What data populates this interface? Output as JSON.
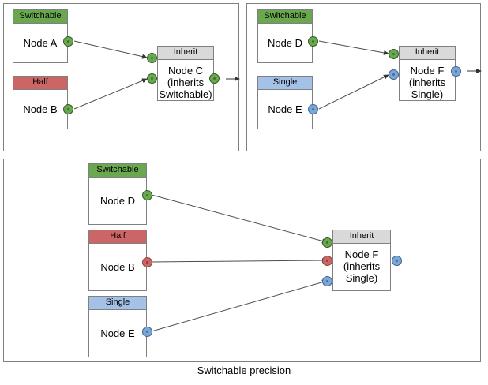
{
  "diagram": {
    "caption": "Switchable precision",
    "colors": {
      "switchable": "#6aa84f",
      "half": "#cc6666",
      "single": "#a4c2e8",
      "inherit": "#d9d9d9",
      "port_green": "#6aa84f",
      "port_red": "#cc6666",
      "port_blue": "#7ba7d7",
      "panel_border": "#808080",
      "edge": "#4d4d4d"
    },
    "panels": [
      {
        "id": "top-left",
        "nodes": [
          {
            "header": "Switchable",
            "label": "Node A"
          },
          {
            "header": "Half",
            "label": "Node B"
          },
          {
            "header": "Inherit",
            "label": "Node C\n(inherits\nSwitchable)",
            "line1": "Node C",
            "line2": "(inherits",
            "line3": "Switchable)"
          }
        ]
      },
      {
        "id": "top-right",
        "nodes": [
          {
            "header": "Switchable",
            "label": "Node D"
          },
          {
            "header": "Single",
            "label": "Node E"
          },
          {
            "header": "Inherit",
            "label": "Node F\n(inherits\nSingle)",
            "line1": "Node F",
            "line2": "(inherits",
            "line3": "Single)"
          }
        ]
      },
      {
        "id": "bottom",
        "nodes": [
          {
            "header": "Switchable",
            "label": "Node D"
          },
          {
            "header": "Half",
            "label": "Node B"
          },
          {
            "header": "Single",
            "label": "Node E"
          },
          {
            "header": "Inherit",
            "label": "Node F\n(inherits\nSingle)",
            "line1": "Node F",
            "line2": "(inherits",
            "line3": "Single)"
          }
        ]
      }
    ]
  }
}
